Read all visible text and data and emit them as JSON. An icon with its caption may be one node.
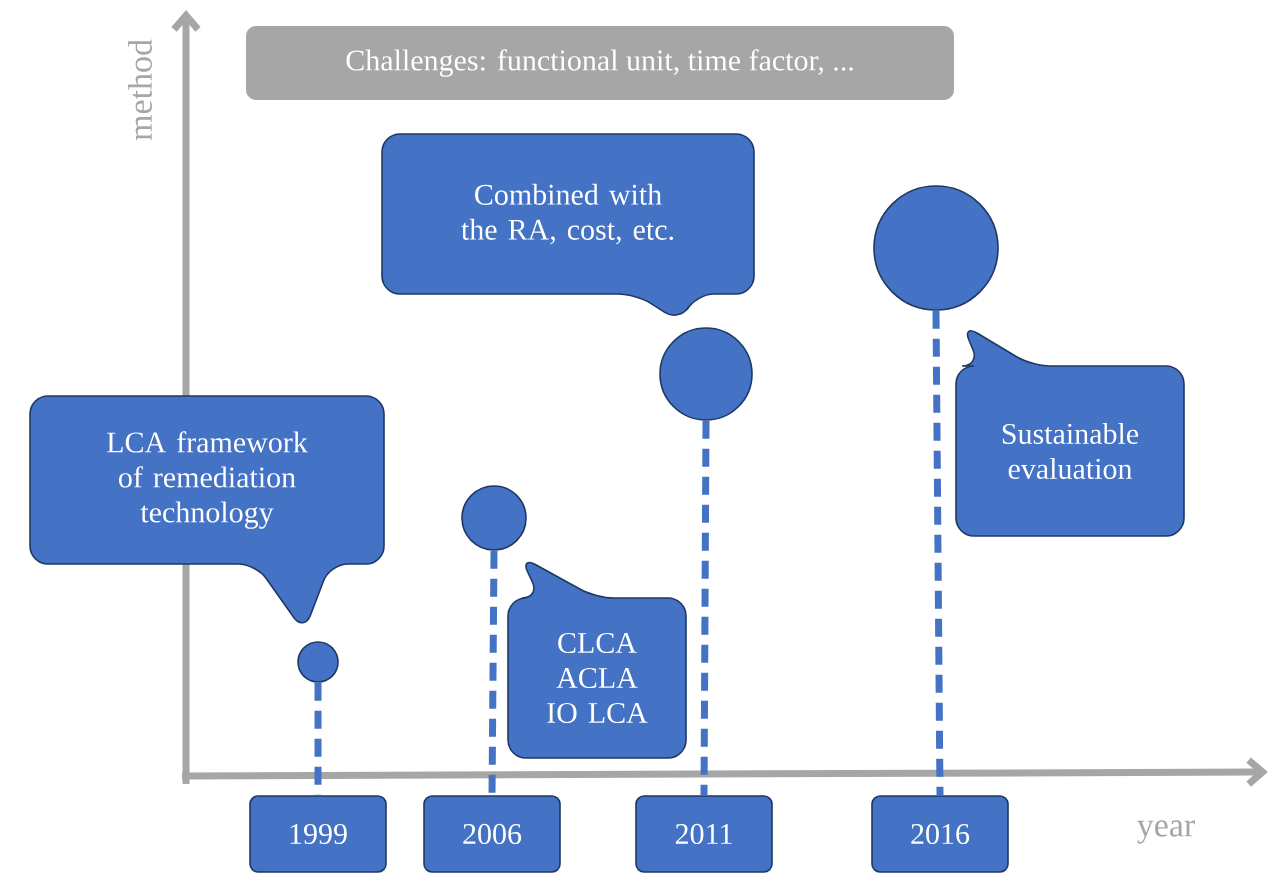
{
  "diagram": {
    "nodes": [
      {
        "text": [
          "Challenges: functional unit, time factor, ..."
        ]
      },
      {
        "text": [
          "Combined with the RA, cost, etc."
        ]
      },
      {
        "text": [],
        "shape": "circle"
      },
      {
        "text": [],
        "shape": "circle"
      },
      {
        "text": [
          "Sustainable evaluation"
        ]
      },
      {
        "text": [
          "LCA framework of remediation technology"
        ]
      },
      {
        "text": [],
        "shape": "circle"
      },
      {
        "text": [
          "CLCA",
          "ACLA",
          "IO LCA"
        ]
      },
      {
        "text": [],
        "shape": "circle"
      },
      {
        "text": [
          "1999"
        ]
      },
      {
        "text": [
          "2006"
        ]
      },
      {
        "text": [
          "2011"
        ]
      },
      {
        "text": [
          "2016"
        ]
      }
    ],
    "edges": [
      {
        "from": 8,
        "to": 9,
        "arrow": "none",
        "style": "dashed"
      },
      {
        "from": 6,
        "to": 10,
        "arrow": "none",
        "style": "dashed"
      },
      {
        "from": 3,
        "to": 11,
        "arrow": "none",
        "style": "dashed"
      },
      {
        "from": 2,
        "to": 12,
        "arrow": "none",
        "style": "dashed"
      }
    ],
    "labels": [
      "method",
      "year"
    ]
  }
}
